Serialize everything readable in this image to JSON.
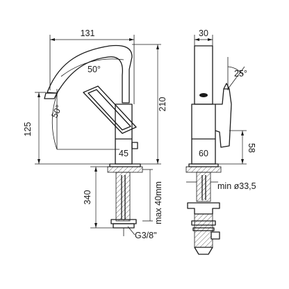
{
  "front_view": {
    "width_top": "131",
    "total_height": "210",
    "spout_height": "125",
    "angle_spout": "50°",
    "angle_handle": "50°",
    "body_width": "45",
    "mount_length": "340",
    "max_thickness": "max 40mm",
    "thread": "G3/8\""
  },
  "side_view": {
    "width_top": "30",
    "angle_lever": "25°",
    "base_width": "60",
    "lever_height": "58",
    "hole_min": "min ø33,5"
  }
}
